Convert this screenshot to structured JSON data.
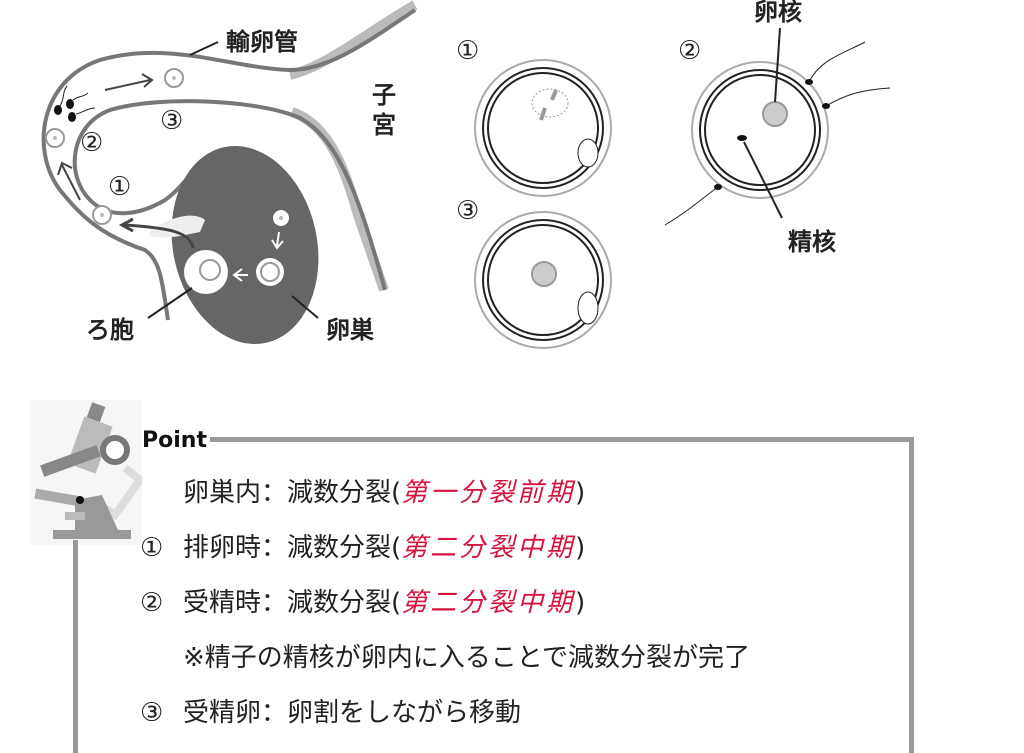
{
  "diagram": {
    "labels": {
      "oviduct": "輸卵管",
      "uterus": "子宮",
      "follicle": "ろ胞",
      "ovary": "卵巣",
      "egg_nucleus": "卵核",
      "sperm_nucleus": "精核"
    },
    "stage_marks": [
      "①",
      "②",
      "③"
    ]
  },
  "point": {
    "title": "Point",
    "lines": [
      {
        "mark": "",
        "text": "卵巣内：減数分裂(",
        "handwritten": "第一分裂前期",
        "close": ")"
      },
      {
        "mark": "①",
        "text": "排卵時：減数分裂(",
        "handwritten": "第二分裂中期",
        "close": ")"
      },
      {
        "mark": "②",
        "text": "受精時：減数分裂(",
        "handwritten": "第二分裂中期",
        "close": ")"
      },
      {
        "mark": "",
        "text": "※精子の精核が卵内に入ることで減数分裂が完了",
        "handwritten": "",
        "close": ""
      },
      {
        "mark": "③",
        "text": "受精卵：卵割をしながら移動",
        "handwritten": "",
        "close": ""
      }
    ]
  },
  "colors": {
    "handwriting": "#d4143c",
    "frame": "#9a9a9a",
    "ovary": "#666666"
  }
}
